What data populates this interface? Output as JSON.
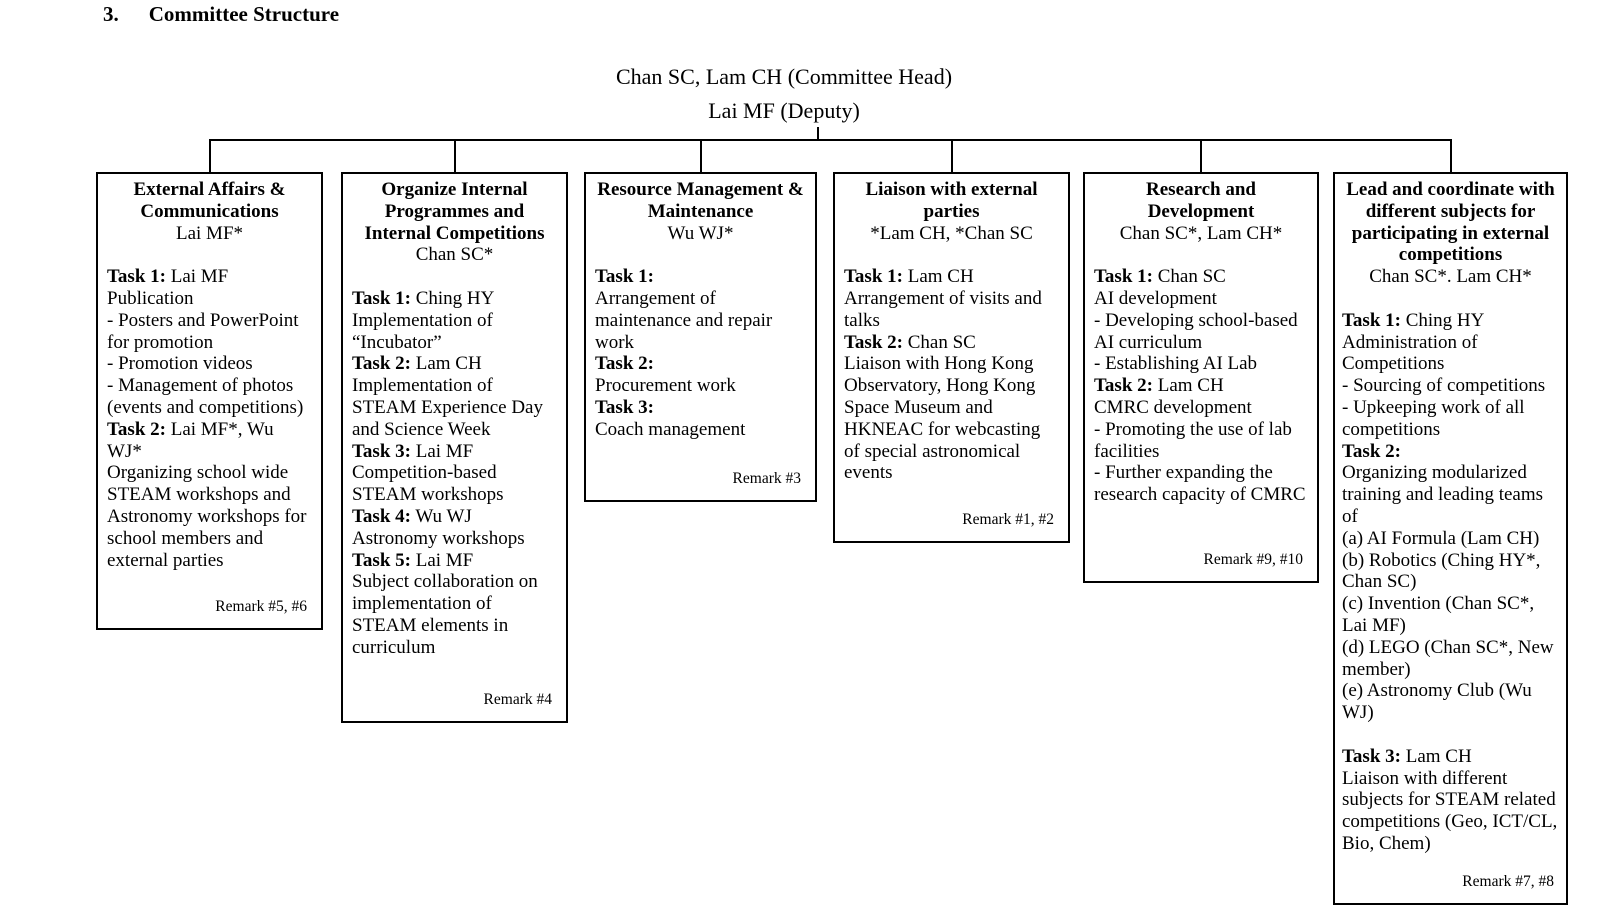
{
  "page": {
    "section_number": "3.",
    "title": "Committee Structure"
  },
  "header": {
    "line1": "Chan SC, Lam CH (Committee Head)",
    "line2": "Lai MF (Deputy)"
  },
  "boxes": [
    {
      "title": "External Affairs & Communications",
      "lead": "Lai MF*",
      "lines": [
        {
          "b": "Task 1:",
          "t": " Lai MF"
        },
        {
          "t": "Publication"
        },
        {
          "t": "- Posters and PowerPoint for promotion"
        },
        {
          "t": "- Promotion videos"
        },
        {
          "t": "- Management of photos (events and competitions)"
        },
        {
          "b": "Task 2:",
          "t": " Lai MF*, Wu WJ*"
        },
        {
          "t": "Organizing school wide STEAM workshops and Astronomy workshops for school members and external parties"
        }
      ],
      "remark": "Remark #5, #6"
    },
    {
      "title": "Organize Internal Programmes and Internal Competitions",
      "lead": "Chan SC*",
      "lines": [
        {
          "b": "Task 1:",
          "t": " Ching HY"
        },
        {
          "t": "Implementation of “Incubator”"
        },
        {
          "b": "Task 2:",
          "t": " Lam CH"
        },
        {
          "t": "Implementation of STEAM Experience Day and Science Week"
        },
        {
          "b": "Task 3:",
          "t": " Lai MF"
        },
        {
          "t": "Competition-based STEAM workshops"
        },
        {
          "b": "Task 4:",
          "t": " Wu WJ"
        },
        {
          "t": "Astronomy workshops"
        },
        {
          "b": "Task 5:",
          "t": " Lai MF"
        },
        {
          "t": "Subject collaboration on implementation of STEAM elements in curriculum"
        }
      ],
      "remark": "Remark #4"
    },
    {
      "title": "Resource Management & Maintenance",
      "lead": "Wu WJ*",
      "lines": [
        {
          "b": "Task 1:",
          "t": ""
        },
        {
          "t": "Arrangement of maintenance and repair work"
        },
        {
          "b": "Task 2:",
          "t": ""
        },
        {
          "t": "Procurement work"
        },
        {
          "b": "Task 3:",
          "t": ""
        },
        {
          "t": "Coach management"
        }
      ],
      "remark": "Remark #3"
    },
    {
      "title": "Liaison with external parties",
      "lead": "*Lam CH, *Chan SC",
      "lines": [
        {
          "b": "Task 1:",
          "t": " Lam CH"
        },
        {
          "t": "Arrangement of visits and talks"
        },
        {
          "b": "Task 2:",
          "t": " Chan SC"
        },
        {
          "t": "Liaison with Hong Kong Observatory, Hong Kong Space Museum and HKNEAC for webcasting of special astronomical events"
        }
      ],
      "remark": "Remark #1, #2"
    },
    {
      "title": "Research and Development",
      "lead": "Chan SC*, Lam CH*",
      "lines": [
        {
          "b": "Task 1:",
          "t": " Chan SC"
        },
        {
          "t": "AI development"
        },
        {
          "t": "- Developing school-based AI curriculum"
        },
        {
          "t": "- Establishing AI Lab"
        },
        {
          "b": "Task 2:",
          "t": " Lam CH"
        },
        {
          "t": "CMRC development"
        },
        {
          "t": "- Promoting the use of lab facilities"
        },
        {
          "t": "- Further expanding the research capacity of CMRC"
        }
      ],
      "remark": "Remark #9, #10"
    },
    {
      "title": "Lead and coordinate with different subjects for participating in external competitions",
      "lead": "Chan SC*. Lam CH*",
      "lines": [
        {
          "b": "Task 1:",
          "t": " Ching HY"
        },
        {
          "t": "Administration of Competitions"
        },
        {
          "t": "- Sourcing of competitions"
        },
        {
          "t": "- Upkeeping work of all competitions"
        },
        {
          "b": "Task 2:",
          "t": ""
        },
        {
          "t": "Organizing modularized training and leading teams of"
        },
        {
          "t": "(a) AI Formula (Lam CH)"
        },
        {
          "t": "(b) Robotics (Ching HY*, Chan SC)"
        },
        {
          "t": "(c) Invention (Chan SC*, Lai MF)"
        },
        {
          "t": "(d) LEGO (Chan SC*, New member)"
        },
        {
          "t": "(e) Astronomy Club (Wu WJ)"
        },
        {
          "t": ""
        },
        {
          "b": "Task 3:",
          "t": " Lam CH"
        },
        {
          "t": "Liaison with different subjects for STEAM related competitions (Geo, ICT/CL, Bio, Chem)"
        }
      ],
      "remark": "Remark #7, #8"
    }
  ]
}
